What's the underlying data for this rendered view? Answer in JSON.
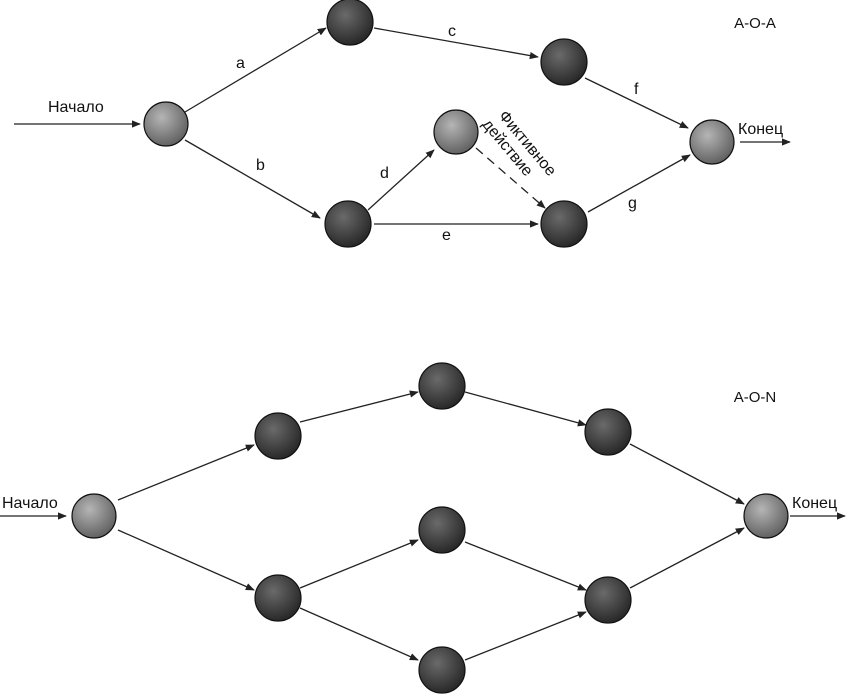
{
  "aoa": {
    "title": "A-O-A",
    "start_label": "Начало",
    "end_label": "Конец",
    "dummy_label_line1": "Фиктивное",
    "dummy_label_line2": "действие",
    "activities": {
      "a": "a",
      "b": "b",
      "c": "c",
      "d": "d",
      "e": "e",
      "f": "f",
      "g": "g"
    }
  },
  "aon": {
    "title": "A-O-N",
    "start_label": "Начало",
    "end_label": "Конец"
  },
  "colors": {
    "node_dark": "#3a3a3a",
    "node_light": "#8a8a8a",
    "edge": "#222222"
  }
}
